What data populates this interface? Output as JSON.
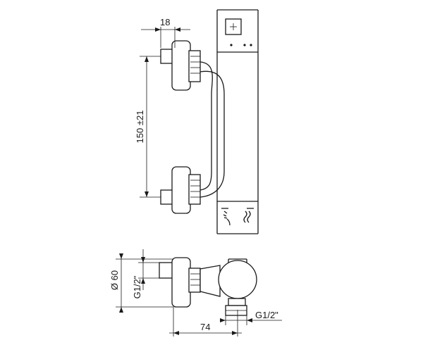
{
  "dimensions": {
    "top_width": "18",
    "center_distance": "150 ±21",
    "body_diameter": "Ø 60",
    "inlet_thread": "G1/2\"",
    "projection": "74",
    "outlet_thread": "G1/2\""
  },
  "colors": {
    "line": "#1a1a1a",
    "background": "#ffffff"
  },
  "icons": [
    "shower-flow-icon",
    "temperature-wave-icon"
  ]
}
